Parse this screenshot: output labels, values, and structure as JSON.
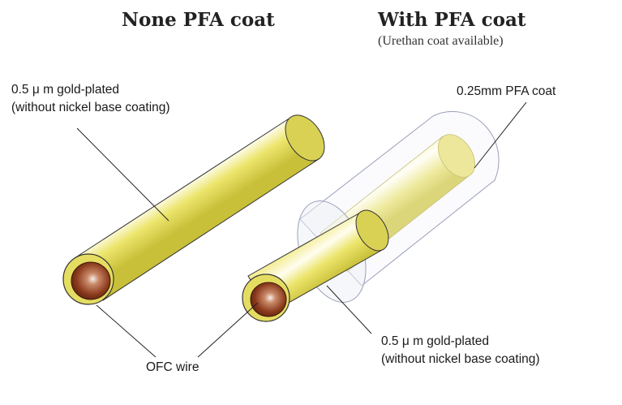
{
  "left_panel": {
    "heading": "None PFA coat",
    "plating_label_line1": "0.5 μ m gold-plated",
    "plating_label_line2": "(without nickel base coating)"
  },
  "right_panel": {
    "heading": "With PFA coat",
    "subheading": "(Urethan coat available)",
    "coat_label": "0.25mm PFA coat",
    "plating_label_line1": "0.5 μ m gold-plated",
    "plating_label_line2": "(without nickel base coating)"
  },
  "shared": {
    "core_label": "OFC wire"
  },
  "colors": {
    "gold": "#e8e27a",
    "gold_dark": "#c7bf3a",
    "copper": "#8b3a1c",
    "pfa_outline": "#9aa0b8"
  }
}
